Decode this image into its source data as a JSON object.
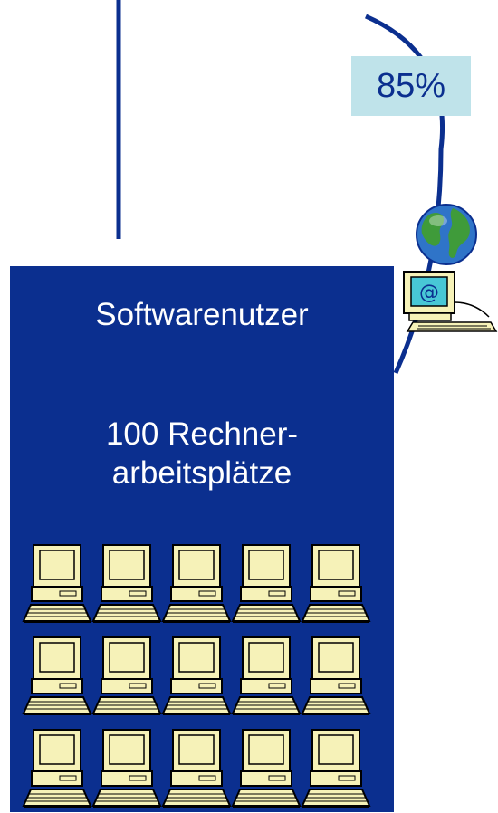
{
  "connection": {
    "percent_label": "85%"
  },
  "user_box": {
    "title": "Softwarenutzer",
    "subtitle_line1": "100 Rechner-",
    "subtitle_line2": "arbeitsplätze",
    "workstation_count": 15
  },
  "icons": {
    "internet": "globe-with-computer-icon",
    "workstation": "desktop-computer-icon"
  },
  "colors": {
    "box_fill": "#0b2f8f",
    "line": "#0b2f8f",
    "badge_fill": "#bfe3ea",
    "badge_text": "#0b2f8f",
    "computer_body": "#f6f2b8"
  }
}
